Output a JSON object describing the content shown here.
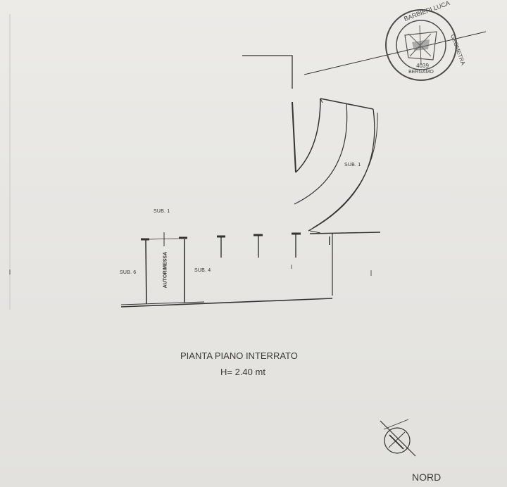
{
  "plan": {
    "title": "PIANTA PIANO INTERRATO",
    "height_note": "H= 2.40 mt"
  },
  "labels": {
    "sub1_ramp": "SUB. 1",
    "sub1_top": "SUB. 1",
    "sub6": "SUB. 6",
    "sub4": "SUB. 4",
    "garage": "AUTORIMESSA"
  },
  "compass": {
    "label": "NORD",
    "icon": "north-arrow-icon"
  },
  "stamp": {
    "icon": "surveyor-stamp-icon",
    "text_top": "BARBIERI LUCA",
    "text_right": "GEOMETRA",
    "number": "4039",
    "city": "BERGAMO"
  },
  "colors": {
    "paper": "#e9e8e5",
    "ink": "#2f2f2f",
    "stamp_ink": "#4b4b4b"
  }
}
